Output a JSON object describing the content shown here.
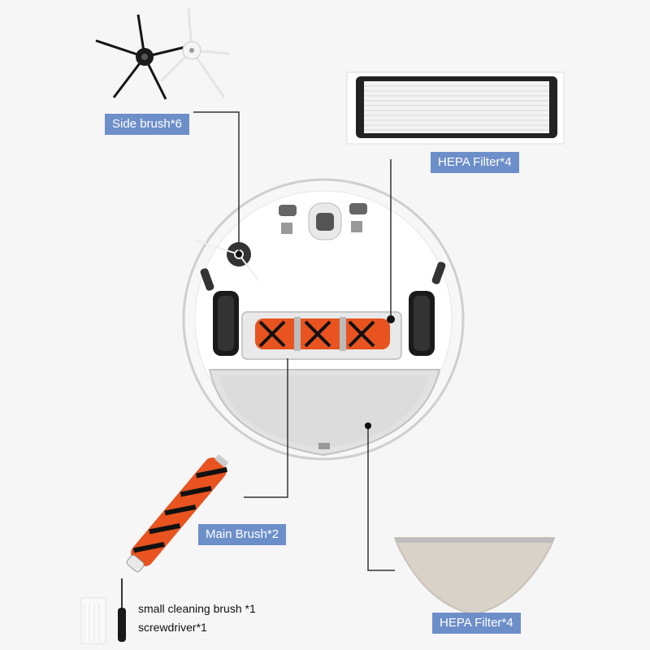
{
  "labels": {
    "side_brush": "Side brush*6",
    "hepa_top": "HEPA Filter*4",
    "main_brush": "Main Brush*2",
    "hepa_bottom": "HEPA Filter*4"
  },
  "accessories": {
    "cleaning_brush": "small cleaning brush *1",
    "screwdriver": "screwdriver*1"
  },
  "colors": {
    "label_bg": "#6d8fc9",
    "brush_orange": "#e8531f",
    "leader_line": "#333333"
  }
}
